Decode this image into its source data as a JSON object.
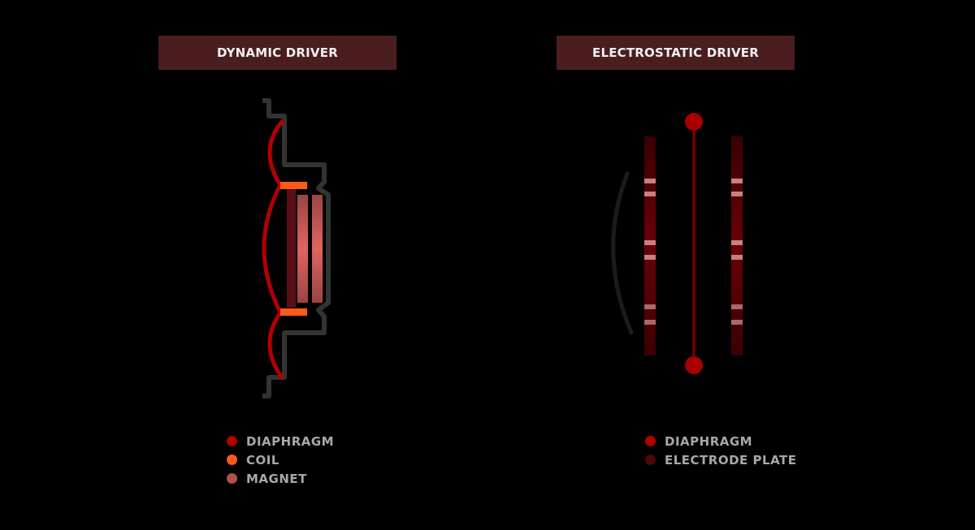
{
  "dynamic": {
    "title": "DYNAMIC DRIVER",
    "legend": [
      {
        "label": "DIAPHRAGM",
        "color": "#b30000"
      },
      {
        "label": "COIL",
        "color": "#ff5a1a"
      },
      {
        "label": "MAGNET",
        "color": "#b0524c"
      }
    ]
  },
  "electrostatic": {
    "title": "ELECTROSTATIC DRIVER",
    "legend": [
      {
        "label": "DIAPHRAGM",
        "color": "#b30000"
      },
      {
        "label": "ELECTRODE PLATE",
        "color": "#4a0808"
      }
    ]
  }
}
